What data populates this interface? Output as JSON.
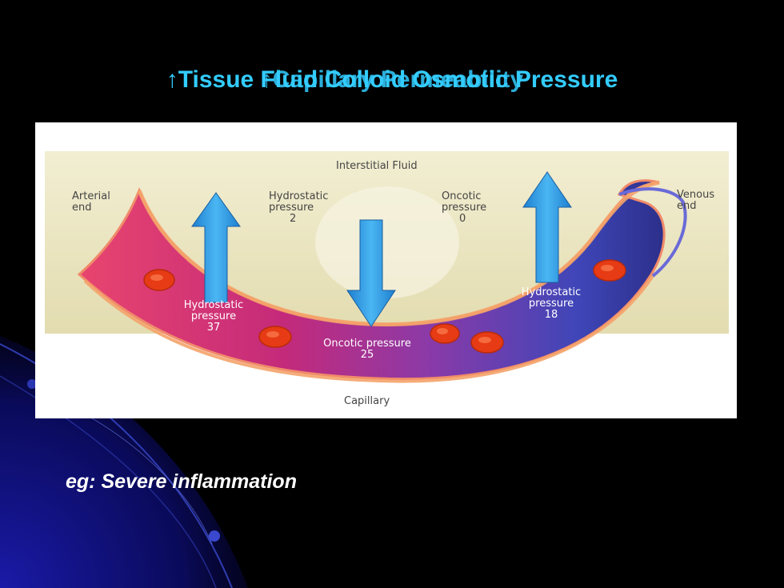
{
  "slide": {
    "title_back": "↑Tissue Fluid Colloid Osmotic Pressure",
    "title_front": "↑Capillary Permeability",
    "example": "eg: Severe inflammation"
  },
  "diagram": {
    "interstitial_label": "Interstitial Fluid",
    "capillary_label": "Capillary",
    "arterial_end": [
      "Arterial",
      "end"
    ],
    "venous_end": [
      "Venous",
      "end"
    ],
    "interstitial_hydrostatic": {
      "label": [
        "Hydrostatic",
        "pressure"
      ],
      "value": "2"
    },
    "interstitial_oncotic": {
      "label": [
        "Oncotic",
        "pressure"
      ],
      "value": "0"
    },
    "arterial_hydrostatic": {
      "label": [
        "Hydrostatic",
        "pressure"
      ],
      "value": "37"
    },
    "capillary_oncotic": {
      "label": "Oncotic pressure",
      "value": "25"
    },
    "venous_hydrostatic": {
      "label": [
        "Hydrostatic",
        "pressure"
      ],
      "value": "18"
    }
  },
  "colors": {
    "title": "#33ccff",
    "arrow": "#2e9be6",
    "arterial": "#d8305c",
    "venous": "#3a3fa8",
    "rbc": "#e63b14"
  }
}
